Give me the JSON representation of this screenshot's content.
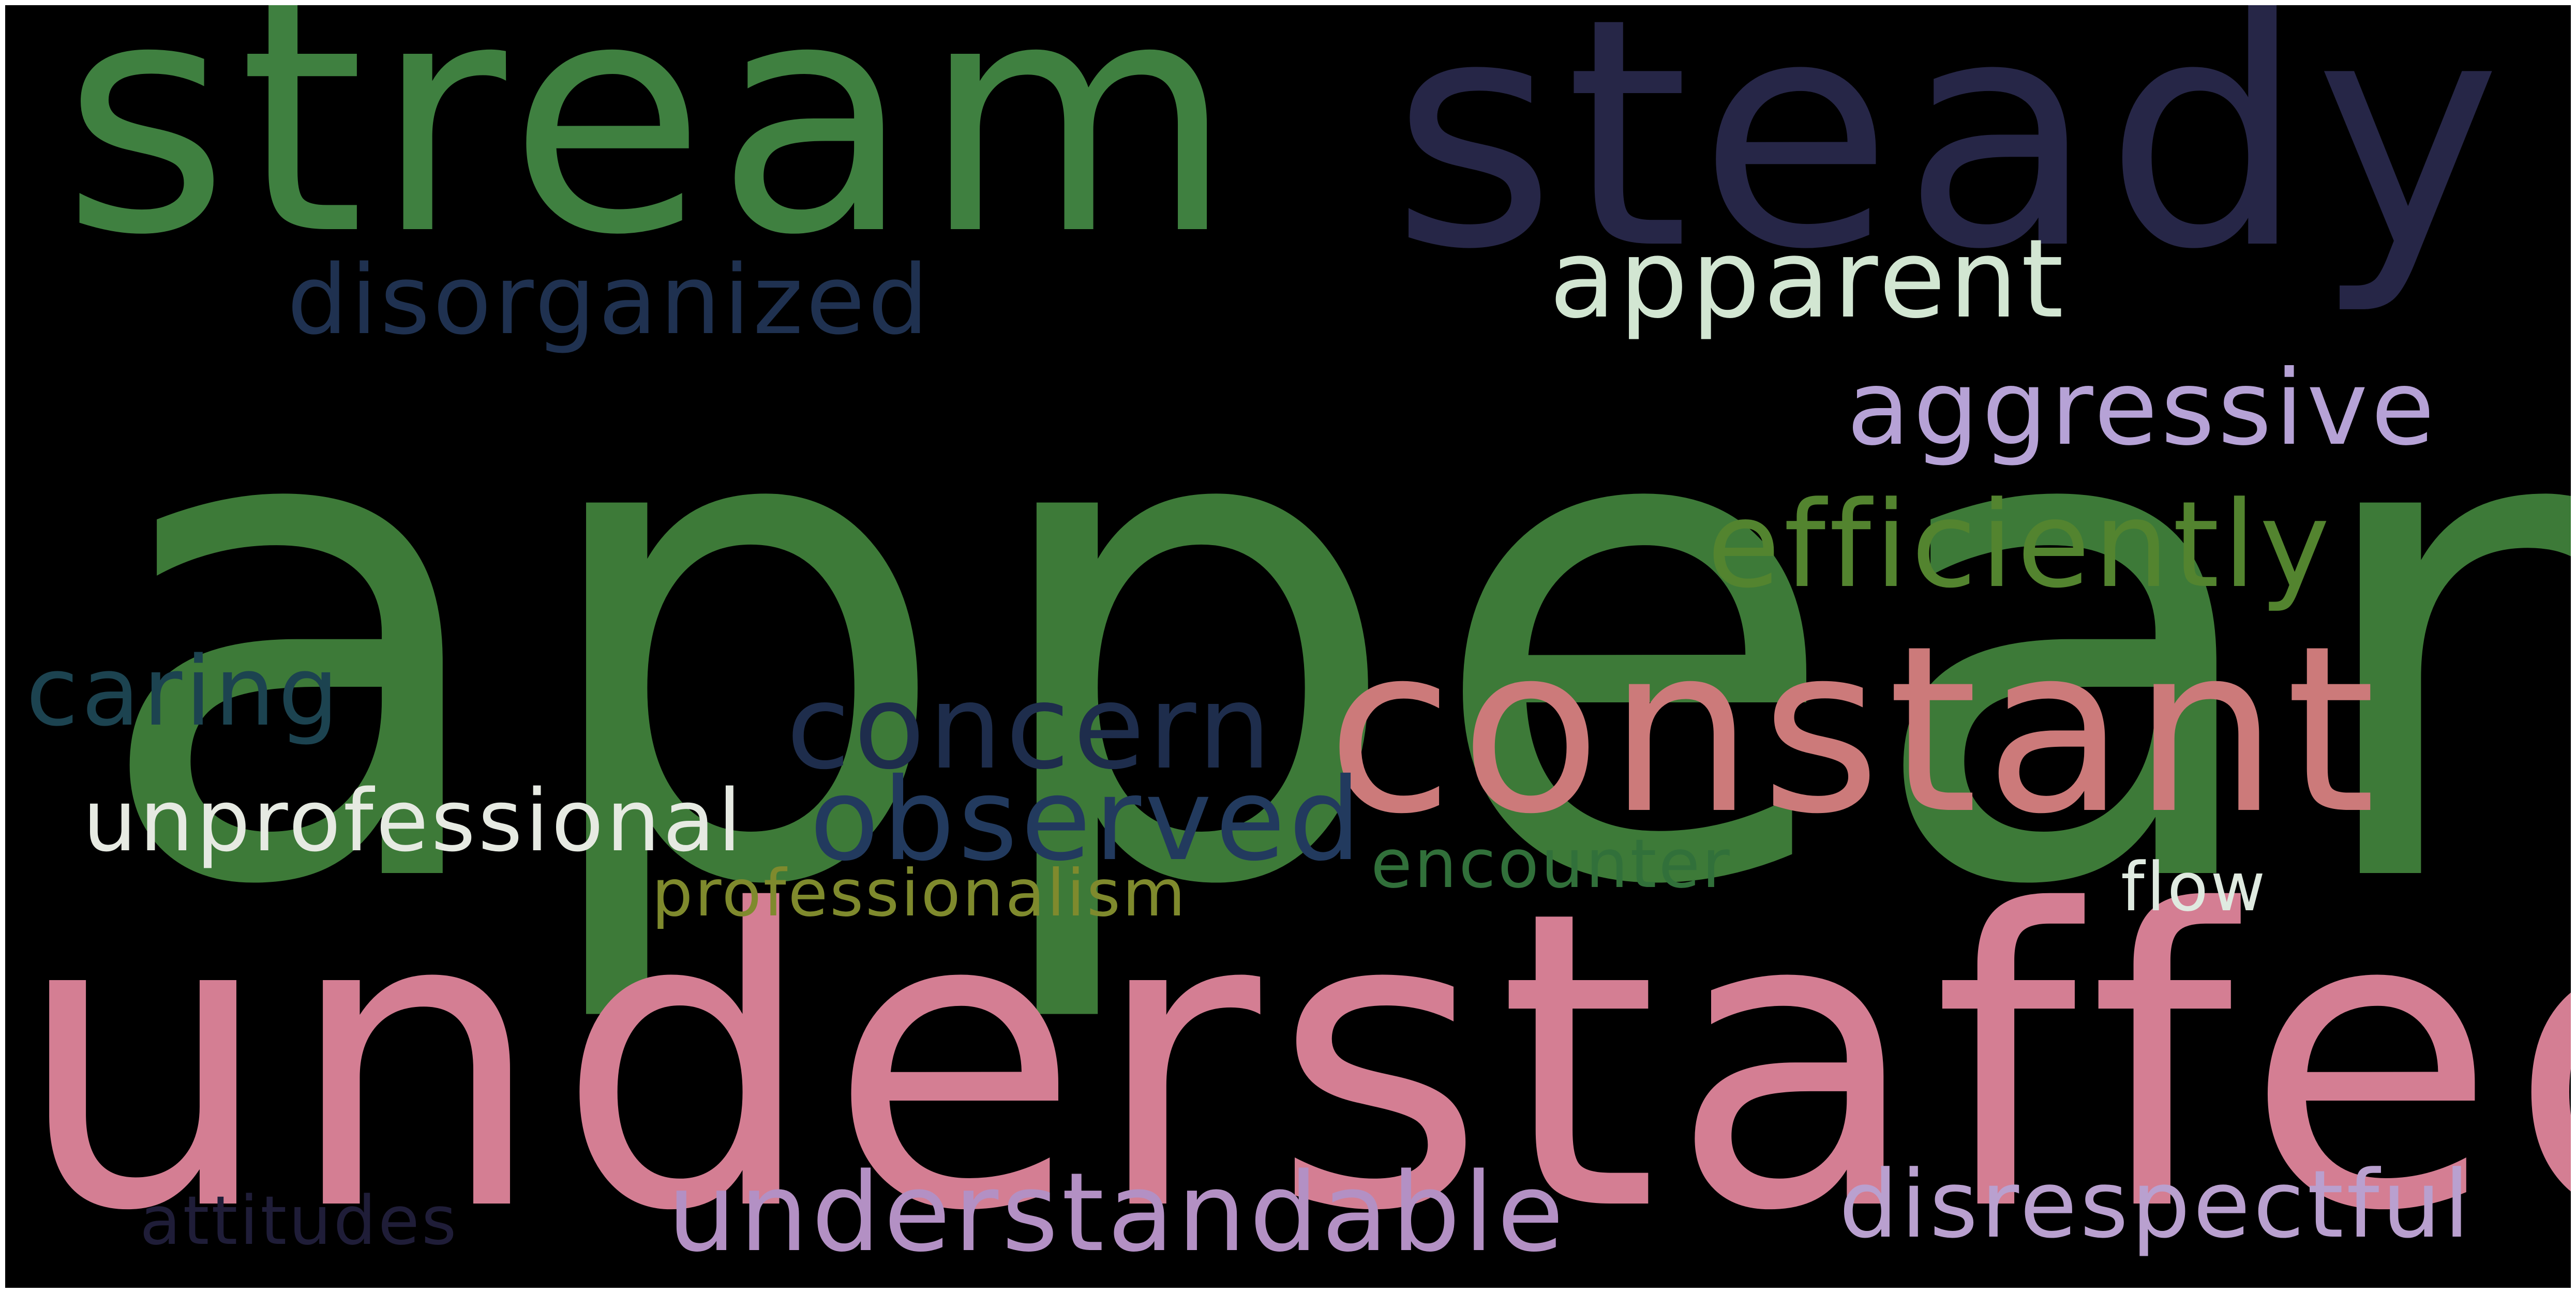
{
  "words": [
    {
      "text": "appear",
      "color": "#3d7a38"
    },
    {
      "text": "understaffed",
      "color": "#d47e93"
    },
    {
      "text": "stream",
      "color": "#3f8040"
    },
    {
      "text": "steady",
      "color": "#262647"
    },
    {
      "text": "constant",
      "color": "#cc7a7a"
    },
    {
      "text": "apparent",
      "color": "#d2e6d2"
    },
    {
      "text": "aggressive",
      "color": "#b6a2d6"
    },
    {
      "text": "efficiently",
      "color": "#53842f"
    },
    {
      "text": "disorganized",
      "color": "#1f3150"
    },
    {
      "text": "concern",
      "color": "#1e2d4c"
    },
    {
      "text": "observed",
      "color": "#223a5e"
    },
    {
      "text": "caring",
      "color": "#1c4350"
    },
    {
      "text": "unprofessional",
      "color": "#e6eae2"
    },
    {
      "text": "understandable",
      "color": "#b390c4"
    },
    {
      "text": "disrespectful",
      "color": "#b9a0cf"
    },
    {
      "text": "professionalism",
      "color": "#7f8a2d"
    },
    {
      "text": "encounter",
      "color": "#31703a"
    },
    {
      "text": "flow",
      "color": "#dfeae0"
    },
    {
      "text": "attitudes",
      "color": "#1f1d38"
    }
  ]
}
